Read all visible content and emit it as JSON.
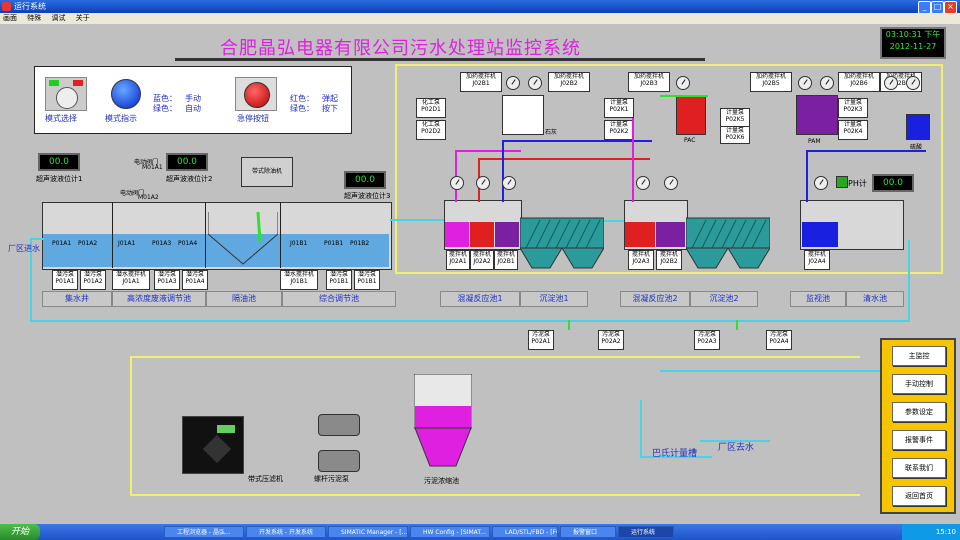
{
  "window": {
    "title": "运行系统",
    "minimize": "_",
    "maximize": "□",
    "close": "×"
  },
  "menu": [
    "画面",
    "特殊",
    "调试",
    "关于"
  ],
  "page_title": "合肥晶弘电器有限公司污水处理站监控系统",
  "clock": {
    "time": "03:10:31 下午",
    "date": "2012-11-27"
  },
  "control_panel": {
    "mode_select": "模式选择",
    "mode_indicator": "模式指示",
    "blue_label": "蓝色：",
    "blue_value": "手动",
    "green_label": "绿色：",
    "green_value": "自动",
    "estop": "急停按钮",
    "red_label": "红色：",
    "red_value": "弹起",
    "green2_label": "绿色：",
    "green2_value": "按下"
  },
  "displays": {
    "d1": "00.0",
    "d2": "00.0",
    "d3": "00.0",
    "d4": "00.0"
  },
  "labels": {
    "ultrasonic1": "超声波液位计1",
    "ultrasonic2": "超声波液位计2",
    "ultrasonic3": "超声波液位计3",
    "valve1": "电动阀门",
    "valve1_tag": "M01A1",
    "valve2": "电动阀门",
    "valve2_tag": "M01A2",
    "belt_oil": "带式除油机",
    "factory_in": "厂区进水",
    "ph_meter": "PH计",
    "factory_out": "厂区去水",
    "parshall": "巴氏计量槽",
    "belt_press": "带式压滤机",
    "screw_pump": "螺杆污泥泵",
    "sludge_thickener": "污泥浓缩池",
    "lime": "石灰",
    "pac": "PAC",
    "pam": "PAM",
    "sulfuric_acid": "硫酸"
  },
  "pumps_top": [
    {
      "name": "化工泵",
      "tag": "P02D1"
    },
    {
      "name": "化工泵",
      "tag": "P02D2"
    },
    {
      "name": "计量泵",
      "tag": "P02K1"
    },
    {
      "name": "计量泵",
      "tag": "P02K2"
    },
    {
      "name": "计量泵",
      "tag": "P02K5"
    },
    {
      "name": "计量泵",
      "tag": "P02K6"
    },
    {
      "name": "计量泵",
      "tag": "P02K3"
    },
    {
      "name": "计量泵",
      "tag": "P02K4"
    }
  ],
  "mixers_top": [
    {
      "name": "加药搅拌机",
      "tag": "J02B1"
    },
    {
      "name": "加药搅拌机",
      "tag": "J02B2"
    },
    {
      "name": "加药搅拌机",
      "tag": "J02B3"
    },
    {
      "name": "加药搅拌机",
      "tag": "J02B5"
    },
    {
      "name": "加药搅拌机",
      "tag": "J02B6"
    },
    {
      "name": "加药搅拌机",
      "tag": "J02B4"
    }
  ],
  "mixers_bottom": [
    {
      "name": "搅拌机",
      "tag": "J02A1"
    },
    {
      "name": "搅拌机",
      "tag": "J02A2"
    },
    {
      "name": "搅拌机",
      "tag": "J02B1"
    },
    {
      "name": "搅拌机",
      "tag": "J02A3"
    },
    {
      "name": "搅拌机",
      "tag": "J02B2"
    },
    {
      "name": "搅拌机",
      "tag": "J02A4"
    }
  ],
  "pumps_bottom": [
    {
      "name": "潜污泵",
      "tag": "P01A1"
    },
    {
      "name": "潜污泵",
      "tag": "P01A2"
    },
    {
      "name": "潜水搅拌机",
      "tag": "J01A1"
    },
    {
      "name": "潜污泵",
      "tag": "P01A3"
    },
    {
      "name": "潜污泵",
      "tag": "P01A4"
    },
    {
      "name": "潜水搅拌机",
      "tag": "J01B1"
    },
    {
      "name": "潜污泵",
      "tag": "P01B1"
    },
    {
      "name": "潜污泵",
      "tag": "P01B1"
    }
  ],
  "pump_tags_tank": [
    "P01A1",
    "P01A2",
    "J01A1",
    "P01A3",
    "P01A4",
    "J01B1",
    "P01B1",
    "P01B2"
  ],
  "sludge_pumps": [
    {
      "name": "污泥泵",
      "tag": "P02A1"
    },
    {
      "name": "污泥泵",
      "tag": "P02A2"
    },
    {
      "name": "污泥泵",
      "tag": "P02A3"
    },
    {
      "name": "污泥泵",
      "tag": "P02A4"
    }
  ],
  "sections": [
    "集水井",
    "高浓度废液调节池",
    "隔油池",
    "综合调节池",
    "混凝反应池1",
    "沉淀池1",
    "混凝反应池2",
    "沉淀池2",
    "监视池",
    "清水池"
  ],
  "nav": [
    "主监控",
    "手动控制",
    "参数设定",
    "报警事件",
    "联系我们",
    "返回首页"
  ],
  "taskbar": {
    "start": "开始",
    "tasks": [
      "工程浏览器 - 晶弘...",
      "开发系统 - 开发系统",
      "SIMATIC Manager - [...",
      "HW Config - [SIMAT...",
      "LAD/STL/FBD - [FC3...",
      "报警窗口",
      "运行系统"
    ],
    "time": "15:10"
  }
}
